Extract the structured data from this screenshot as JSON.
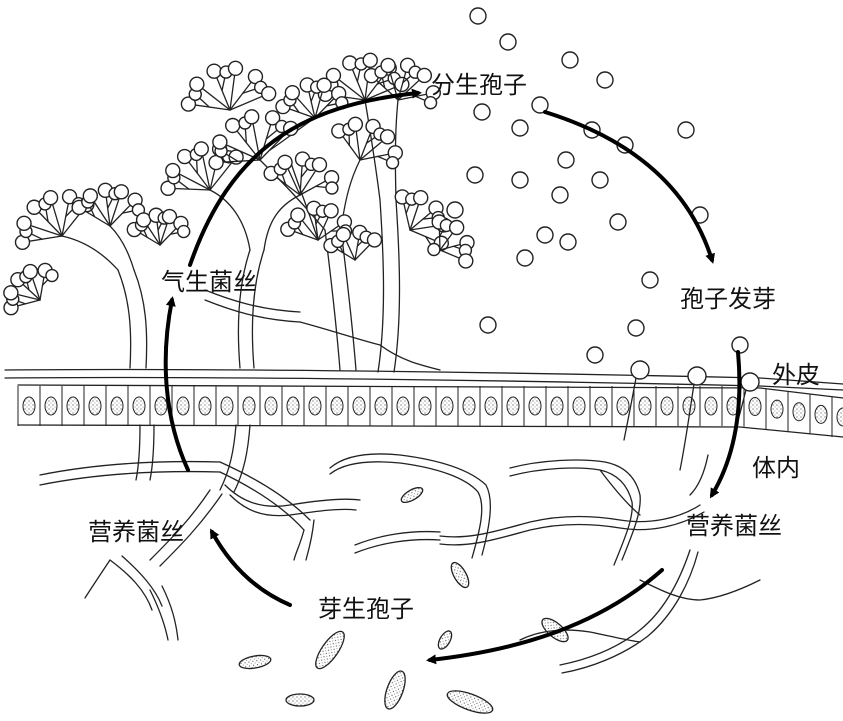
{
  "title": "Fungal life cycle diagram",
  "labels": {
    "conidia": "分生孢子",
    "spore_germination": "孢子发芽",
    "epidermis": "外皮",
    "in_body": "体内",
    "vegetative_hyphae_right": "营养菌丝",
    "budding_spores": "芽生孢子",
    "vegetative_hyphae_left": "营养菌丝",
    "aerial_hyphae": "气生菌丝"
  },
  "colors": {
    "ink": "#111111",
    "background": "#ffffff"
  }
}
